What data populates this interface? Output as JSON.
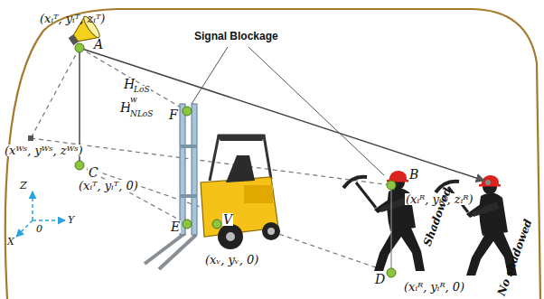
{
  "diagram": {
    "labels": [
      "(xᵢᵀ, yᵢᵀ, zᵢᵀ)",
      "A",
      "Signal Blockage",
      "F",
      "H",
      "LoS",
      "(xᵂˢ, yᵂˢ, zᵂˢ)",
      "H",
      "w",
      "NLoS",
      "B",
      "(xᵢᴿ, yᵢᴿ, zᵢᴿ)",
      "C",
      "(xᵢᵀ, yᵢᵀ, 0)",
      "E",
      "V",
      "(xᵥ, yᵥ, 0)",
      "D",
      "(xᵢᴿ, yᵢᴿ, 0)",
      "Shadowed",
      "No shadowed",
      "Z",
      "Y",
      "X",
      "0"
    ]
  }
}
